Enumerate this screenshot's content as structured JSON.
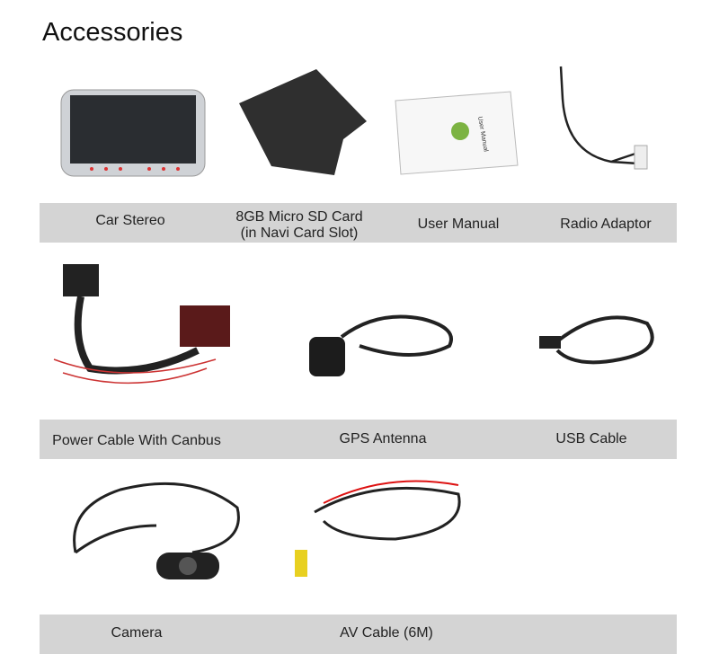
{
  "title": "Accessories",
  "items": [
    {
      "label": "Car Stereo",
      "icon": "car-stereo-image"
    },
    {
      "label": "8GB Micro SD Card",
      "label2": "(in Navi Card Slot)",
      "icon": "sd-card-image"
    },
    {
      "label": "User Manual",
      "icon": "manual-image"
    },
    {
      "label": "Radio Adaptor",
      "icon": "radio-adaptor-image"
    },
    {
      "label": "Power Cable With Canbus",
      "icon": "power-cable-image"
    },
    {
      "label": "GPS Antenna",
      "icon": "gps-antenna-image"
    },
    {
      "label": "USB Cable",
      "icon": "usb-cable-image"
    },
    {
      "label": "Camera",
      "icon": "camera-image"
    },
    {
      "label": "AV Cable (6M)",
      "icon": "av-cable-image"
    }
  ],
  "manual_text": "User Manual",
  "colors": {
    "bar": "#d4d4d4",
    "text": "#222222"
  }
}
